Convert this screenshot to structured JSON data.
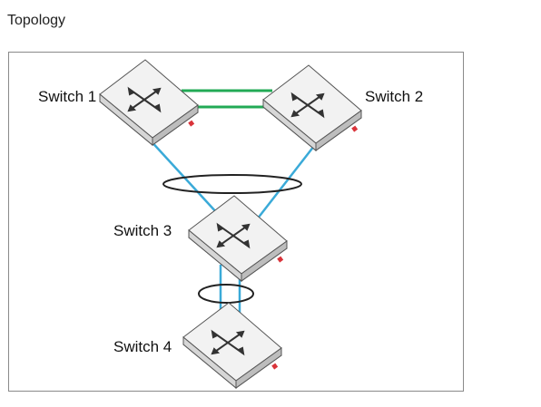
{
  "title": "Topology",
  "switches": [
    {
      "id": "sw1",
      "label": "Switch 1"
    },
    {
      "id": "sw2",
      "label": "Switch 2"
    },
    {
      "id": "sw3",
      "label": "Switch 3"
    },
    {
      "id": "sw4",
      "label": "Switch 4"
    }
  ],
  "links": [
    {
      "from": "sw1",
      "to": "sw2",
      "count": 2,
      "color": "#22aa55"
    },
    {
      "from": "sw1",
      "to": "sw3",
      "count": 1,
      "color": "#3aaad8"
    },
    {
      "from": "sw2",
      "to": "sw3",
      "count": 1,
      "color": "#3aaad8"
    },
    {
      "from": "sw3",
      "to": "sw4",
      "count": 2,
      "color": "#3aaad8"
    }
  ],
  "aggregations": [
    {
      "links": [
        "sw1-sw3",
        "sw2-sw3"
      ]
    },
    {
      "links": [
        "sw3-sw4"
      ]
    }
  ],
  "colors": {
    "switch_top": "#f2f2f2",
    "switch_side": "#c9c9c9",
    "switch_outline": "#555555",
    "frame_border": "#8a8a8a",
    "port_accent": "#d9333a"
  }
}
